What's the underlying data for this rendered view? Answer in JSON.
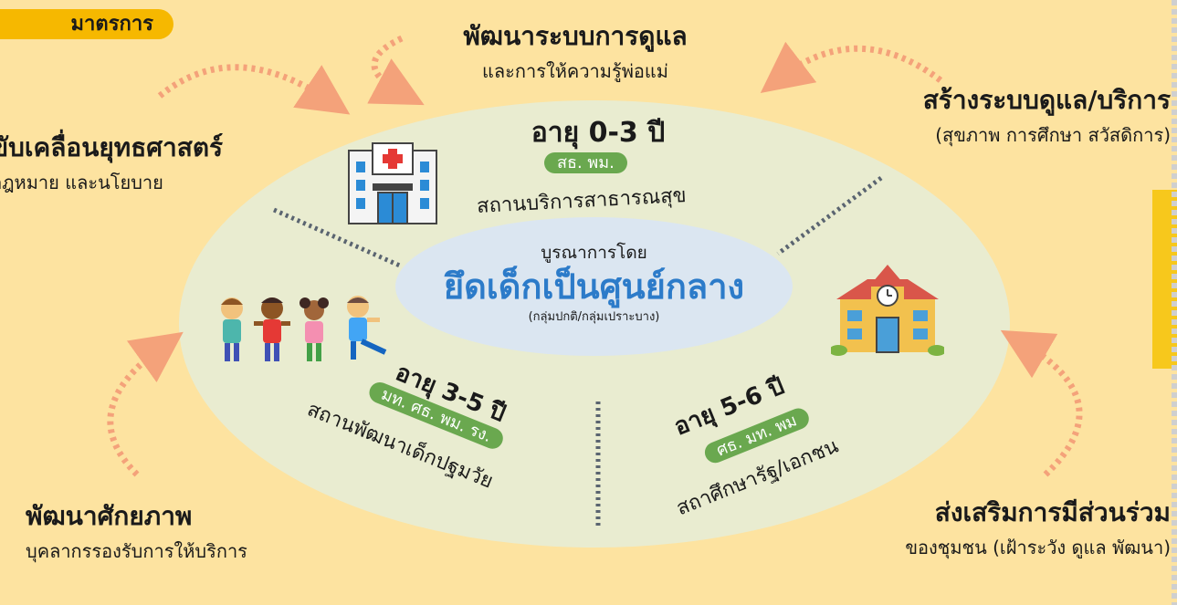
{
  "tag_label": "มาตรการ",
  "top": {
    "title": "พัฒนาระบบการดูแล",
    "sub": "และการให้ความรู้พ่อแม่"
  },
  "top_right": {
    "title": "สร้างระบบดูแล/บริการ",
    "sub": "(สุขภาพ การศึกษา สวัสดิการ)"
  },
  "left": {
    "title": "ขับเคลื่อนยุทธศาสตร์",
    "sub": "กฎหมาย และนโยบาย"
  },
  "bottom_left": {
    "title": "พัฒนาศักยภาพ",
    "sub": "บุคลากรรองรับการให้บริการ"
  },
  "bottom_right": {
    "title": "ส่งเสริมการมีส่วนร่วม",
    "sub": "ของชุมชน (เฝ้าระวัง ดูแล พัฒนา)"
  },
  "age_0_3": {
    "age": "อายุ 0-3 ปี",
    "agencies": "สธ. พม.",
    "place": "สถานบริการสาธารณสุข"
  },
  "age_3_5": {
    "age": "อายุ 3-5 ปี",
    "agencies": "มท. ศธ. พม. รง.",
    "place": "สถานพัฒนาเด็กปฐมวัย"
  },
  "age_5_6": {
    "age": "อายุ 5-6 ปี",
    "agencies": "ศธ. มท. พม",
    "place": "สถาศึกษารัฐ/เอกชน"
  },
  "center": {
    "intro": "บูรณาการโดย",
    "main": "ยึดเด็กเป็นศูนย์กลาง",
    "note": "(กลุ่มปกติ/กลุ่มเปราะบาง)"
  },
  "icons": [
    "hospital-icon",
    "school-icon",
    "children-icon"
  ],
  "colors": {
    "background": "#fde3a0",
    "ellipse": "#e9ecd0",
    "center": "#dbe6f1",
    "accent_blue": "#2c7bc9",
    "pill_green": "#6aa84f",
    "arrow_salmon": "#f4a27a",
    "tag_yellow": "#f6b800"
  }
}
